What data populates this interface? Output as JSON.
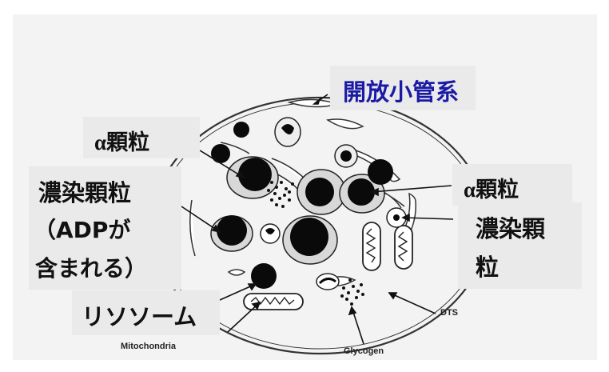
{
  "labels": {
    "open_canalicular_system": "開放小管系",
    "alpha_granule_left_greek": "α",
    "alpha_granule_left_kanji": "顆粒",
    "dense_granule_left_line1": "濃染顆粒",
    "dense_granule_left_line2": "（ADPが",
    "dense_granule_left_line3": "含まれる）",
    "alpha_granule_right_greek": "α",
    "alpha_granule_right_kanji": "顆粒",
    "dense_granule_right_line1": "濃染顆",
    "dense_granule_right_line2": "粒",
    "lysosome": "リソソーム",
    "mitochondria": "Mitochondria",
    "glycogen": "Glycogen",
    "dts": "DTS"
  },
  "colors": {
    "highlight_text": "#1a1aa6",
    "label_text": "#111111",
    "label_background": "#eaeaea",
    "panel_background": "#f3f3f3"
  }
}
